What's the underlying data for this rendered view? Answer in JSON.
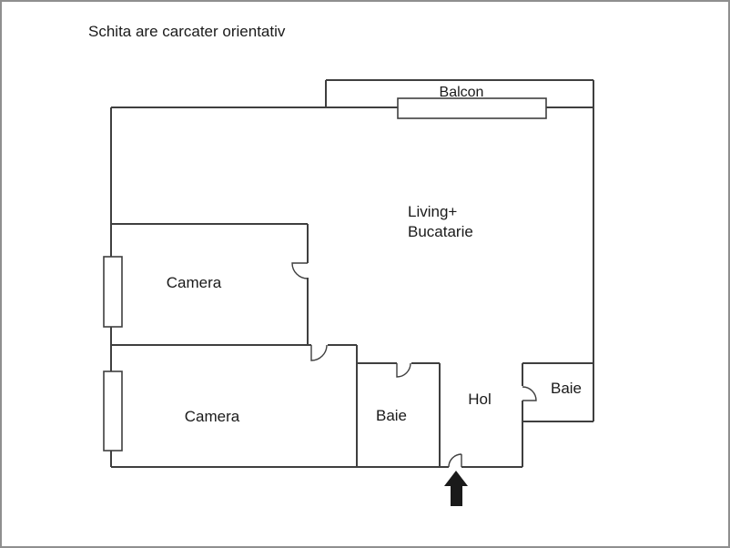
{
  "title": "Schita are carcater orientativ",
  "labels": {
    "balcony": "Balcon",
    "living_line1": "Living+",
    "living_line2": "Bucatarie",
    "bedroom_top": "Camera",
    "bedroom_bottom": "Camera",
    "bathroom_middle": "Baie",
    "hallway": "Hol",
    "bathroom_right": "Baie"
  },
  "colors": {
    "wall": "#3f3f3f",
    "text": "#1a1a1a",
    "arrow": "#1a1a1a",
    "frame": "#8f8f8f",
    "background": "#ffffff"
  }
}
